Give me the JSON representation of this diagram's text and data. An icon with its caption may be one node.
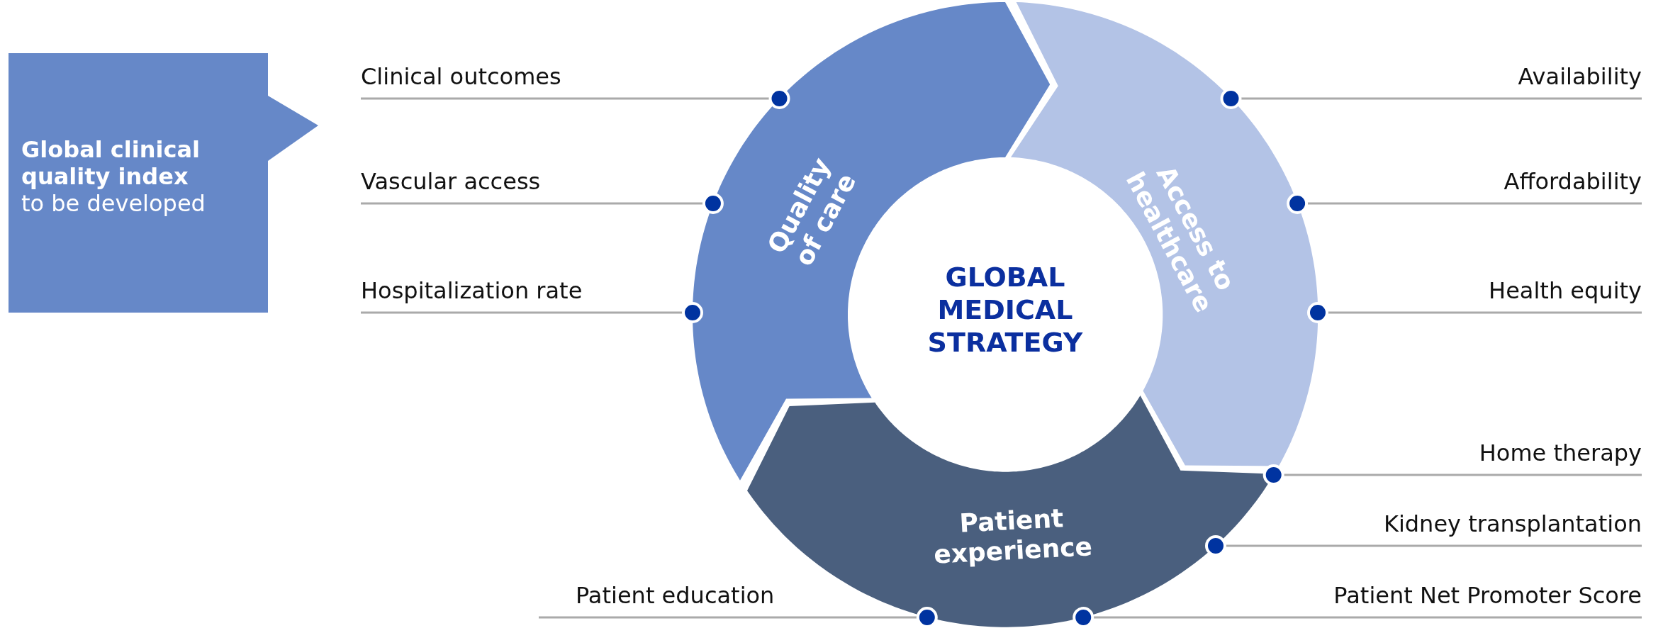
{
  "diagram": {
    "nodes": [
      {
        "text": [
          "Global clinical quality index",
          "to be developed"
        ]
      },
      {
        "text": [
          "GLOBAL MEDICAL STRATEGY"
        ]
      },
      {
        "text": [
          "Quality of care"
        ]
      },
      {
        "text": [
          "Access to healthcare"
        ]
      },
      {
        "text": [
          "Patient experience"
        ]
      },
      {
        "text": [
          "Clinical outcomes"
        ]
      },
      {
        "text": [
          "Availability"
        ]
      },
      {
        "text": [
          "Vascular access"
        ]
      },
      {
        "text": [
          "Affordability"
        ]
      },
      {
        "text": [
          "Hospitalization rate"
        ]
      },
      {
        "text": [
          "Health equity"
        ]
      },
      {
        "text": [
          "Home therapy"
        ]
      },
      {
        "text": [
          "Kidney transplantation"
        ]
      },
      {
        "text": [
          "Patient education"
        ]
      },
      {
        "text": [
          "Patient Net Promoter Score"
        ]
      }
    ],
    "edges": [
      {
        "from": 5,
        "to": 2,
        "arrow": "other"
      },
      {
        "from": 6,
        "to": 3,
        "arrow": "other"
      },
      {
        "from": 7,
        "to": 2,
        "arrow": "other"
      },
      {
        "from": 8,
        "to": 3,
        "arrow": "other"
      },
      {
        "from": 9,
        "to": 2,
        "arrow": "other"
      },
      {
        "from": 10,
        "to": 3,
        "arrow": "other"
      },
      {
        "from": 11,
        "to": 4,
        "arrow": "other"
      },
      {
        "from": 12,
        "to": 4,
        "arrow": "other"
      },
      {
        "from": 13,
        "to": 4,
        "arrow": "other"
      },
      {
        "from": 14,
        "to": 4,
        "arrow": "other"
      }
    ]
  }
}
